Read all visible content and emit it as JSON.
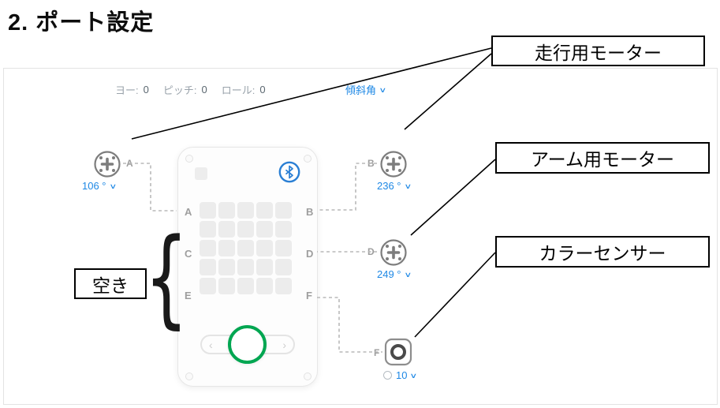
{
  "title": "2. ポート設定",
  "annotations": {
    "driving_motor": {
      "label": "走行用モーター"
    },
    "arm_motor": {
      "label": "アーム用モーター"
    },
    "color_sensor": {
      "label": "カラーセンサー"
    },
    "empty": {
      "label": "空き"
    },
    "brace": "{"
  },
  "app": {
    "status_bar": {
      "yaw_label": "ヨー:",
      "yaw_value": "0",
      "pitch_label": "ピッチ:",
      "pitch_value": "0",
      "roll_label": "ロール:",
      "roll_value": "0",
      "tilt_selector": "傾斜角"
    },
    "hub": {
      "letters": [
        "A",
        "B",
        "C",
        "D",
        "E",
        "F"
      ]
    },
    "ports": {
      "a": {
        "letter": "A",
        "value": "106 °",
        "type": "motor"
      },
      "b": {
        "letter": "B",
        "value": "236 °",
        "type": "motor"
      },
      "d": {
        "letter": "D",
        "value": "249 °",
        "type": "motor"
      },
      "f": {
        "letter": "F",
        "value": "10",
        "type": "color-sensor"
      }
    }
  },
  "icons": {
    "chevron_down": "∨",
    "pill_left": "‹",
    "pill_right": "›"
  },
  "colors": {
    "accent_blue": "#1e88e5",
    "green_button": "#00a651",
    "bluetooth_blue": "#2a7fd4"
  }
}
